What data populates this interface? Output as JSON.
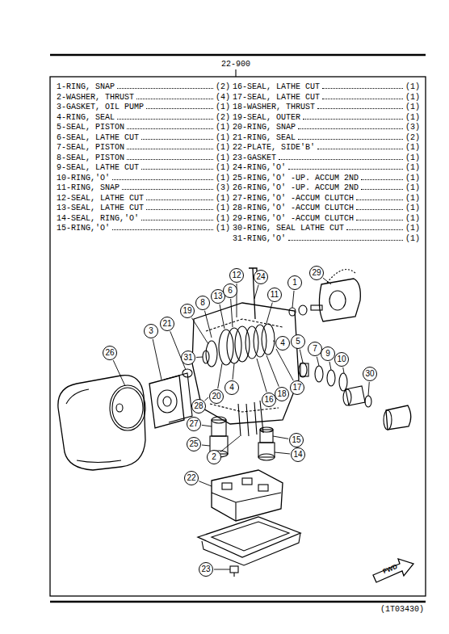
{
  "diagram": {
    "title": "22-900",
    "caption": "(1T03430)",
    "nodes": [
      {
        "text": [
          "29"
        ]
      },
      {
        "text": [
          "12"
        ]
      },
      {
        "text": [
          "24"
        ]
      },
      {
        "text": [
          "1"
        ]
      },
      {
        "text": [
          "13"
        ]
      },
      {
        "text": [
          "6"
        ]
      },
      {
        "text": [
          "11"
        ]
      },
      {
        "text": [
          "8"
        ]
      },
      {
        "text": [
          "19"
        ]
      },
      {
        "text": [
          "3"
        ]
      },
      {
        "text": [
          "21"
        ]
      },
      {
        "text": [
          "5"
        ]
      },
      {
        "text": [
          "4"
        ]
      },
      {
        "text": [
          "7"
        ]
      },
      {
        "text": [
          "9"
        ]
      },
      {
        "text": [
          "10"
        ]
      },
      {
        "text": [
          "26"
        ]
      },
      {
        "text": [
          "31"
        ]
      },
      {
        "text": [
          "30"
        ]
      },
      {
        "text": [
          "4"
        ]
      },
      {
        "text": [
          "20"
        ]
      },
      {
        "text": [
          "16"
        ]
      },
      {
        "text": [
          "18"
        ]
      },
      {
        "text": [
          "17"
        ]
      },
      {
        "text": [
          "28"
        ]
      },
      {
        "text": [
          "27"
        ]
      },
      {
        "text": [
          "15"
        ]
      },
      {
        "text": [
          "25"
        ]
      },
      {
        "text": [
          "2"
        ]
      },
      {
        "text": [
          "14"
        ]
      },
      {
        "text": [
          "22"
        ]
      },
      {
        "text": [
          "23"
        ]
      }
    ],
    "labels": [
      "1-RING, SNAP",
      "(2)",
      "2-WASHER, THRUST",
      "(4)",
      "3-GASKET, OIL PUMP",
      "(1)",
      "4-RING, SEAL",
      "(2)",
      "5-SEAL, PISTON",
      "(1)",
      "6-SEAL, LATHE CUT",
      "(1)",
      "7-SEAL, PISTON",
      "(1)",
      "8-SEAL, PISTON",
      "(1)",
      "9-SEAL, LATHE CUT",
      "(1)",
      "10-RING,'O'",
      "(1)",
      "11-RING, SNAP",
      "(3)",
      "12-SEAL, LATHE CUT",
      "(1)",
      "13-SEAL, LATHE CUT",
      "(1)",
      "14-SEAL, RING,'O'",
      "(1)",
      "15-RING,'O'",
      "(1)",
      "16-SEAL, LATHE CUT",
      "(1)",
      "17-SEAL, LATHE CUT",
      "(1)",
      "18-WASHER, THRUST",
      "(1)",
      "19-SEAL, OUTER",
      "(1)",
      "20-RING, SNAP",
      "(3)",
      "21-RING, SEAL",
      "(2)",
      "22-PLATE, SIDE'B'",
      "(1)",
      "23-GASKET",
      "(1)",
      "24-RING,'O'",
      "(1)",
      "25-RING,'O' -UP. ACCUM 2ND",
      "(1)",
      "26-RING,'O' -UP. ACCUM 2ND",
      "(1)",
      "27-RING,'O' -ACCUM CLUTCH",
      "(1)",
      "28-RING,'O' -ACCUM CLUTCH",
      "(1)",
      "29-RING,'O' -ACCUM CLUTCH",
      "(1)",
      "30-RING, SEAL LATHE CUT",
      "(1)",
      "31-RING,'O'",
      "(1)",
      "FWD"
    ]
  }
}
